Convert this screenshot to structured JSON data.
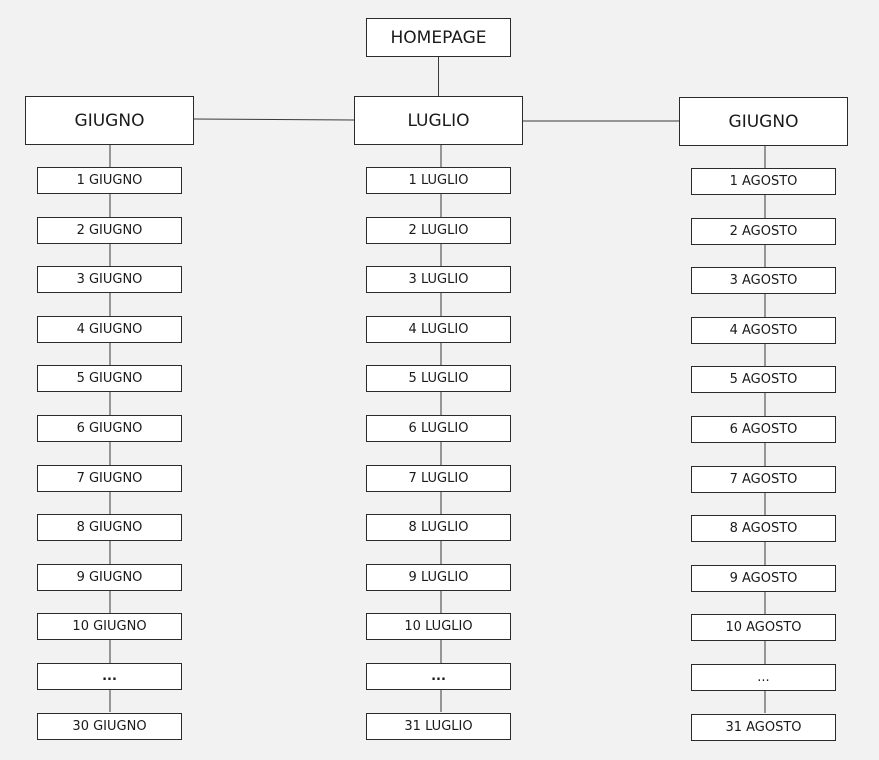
{
  "root": {
    "label": "HOMEPAGE"
  },
  "months": [
    {
      "label": "GIUGNO",
      "days": [
        "1 GIUGNO",
        "2 GIUGNO",
        "3 GIUGNO",
        "4 GIUGNO",
        "5 GIUGNO",
        "6 GIUGNO",
        "7 GIUGNO",
        "8 GIUGNO",
        "9 GIUGNO",
        "10 GIUGNO",
        "...",
        "30 GIUGNO"
      ]
    },
    {
      "label": "LUGLIO",
      "days": [
        "1 LUGLIO",
        "2 LUGLIO",
        "3 LUGLIO",
        "4 LUGLIO",
        "5 LUGLIO",
        "6 LUGLIO",
        "7 LUGLIO",
        "8 LUGLIO",
        "9 LUGLIO",
        "10 LUGLIO",
        "...",
        "31 LUGLIO"
      ]
    },
    {
      "label": "GIUGNO",
      "days": [
        "1 AGOSTO",
        "2 AGOSTO",
        "3 AGOSTO",
        "4 AGOSTO",
        "5 AGOSTO",
        "6 AGOSTO",
        "7 AGOSTO",
        "8 AGOSTO",
        "9 AGOSTO",
        "10 AGOSTO",
        "...",
        "31 AGOSTO"
      ]
    }
  ]
}
